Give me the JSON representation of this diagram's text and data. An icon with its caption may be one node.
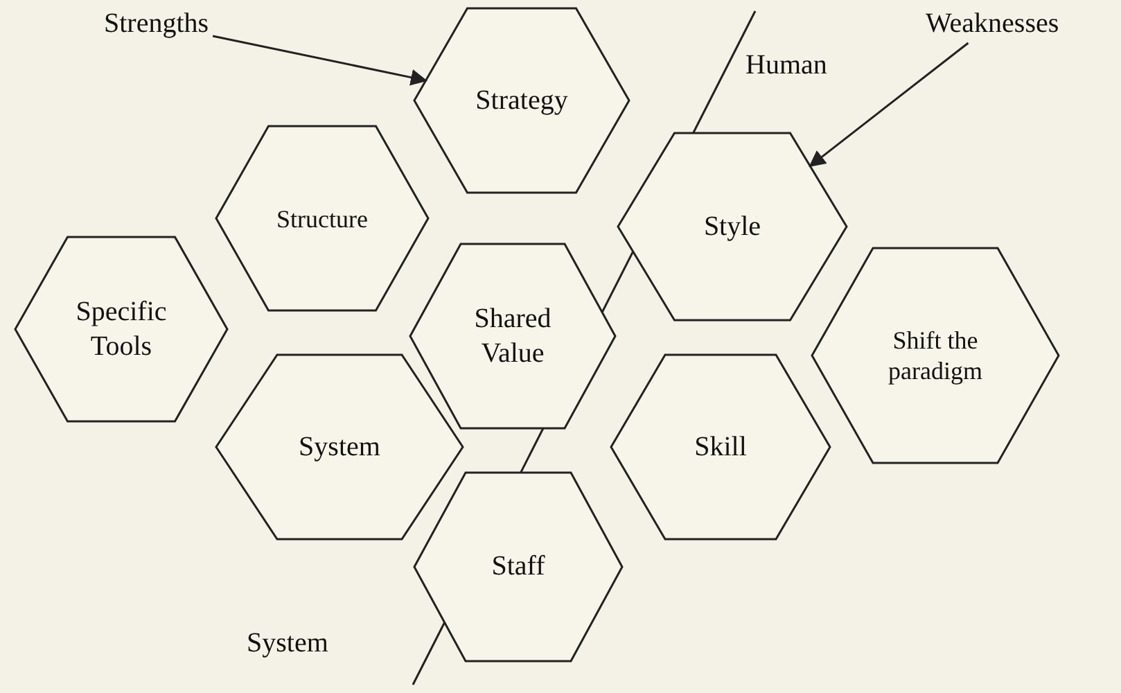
{
  "diagram": {
    "nodes": [
      {
        "text": [
          "Strategy"
        ]
      },
      {
        "text": [
          "Structure"
        ]
      },
      {
        "text": [
          "Style"
        ]
      },
      {
        "text": [
          "Specific Tools"
        ]
      },
      {
        "text": [
          "Shared Value"
        ]
      },
      {
        "text": [
          "Shift the paradigm"
        ]
      },
      {
        "text": [
          "System"
        ]
      },
      {
        "text": [
          "Skill"
        ]
      },
      {
        "text": [
          "Staff"
        ]
      },
      {
        "text": [
          "Strengths"
        ]
      },
      {
        "text": [
          "Weaknesses"
        ]
      }
    ],
    "edges": [
      {
        "from": 9,
        "to": 0,
        "arrow": "to"
      },
      {
        "from": 10,
        "to": 2,
        "arrow": "to"
      }
    ],
    "labels": [
      "Human",
      "System"
    ]
  }
}
